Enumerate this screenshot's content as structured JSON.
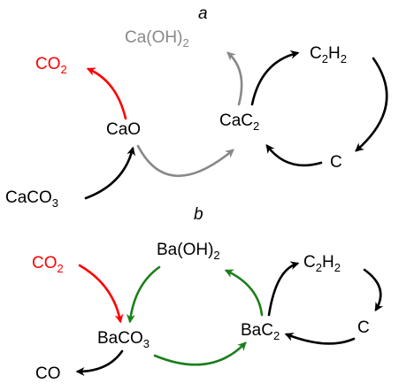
{
  "colors": {
    "black": "#000000",
    "red": "#ff0000",
    "gray": "#888888",
    "green": "#1a7f1a"
  },
  "panel_a": {
    "letter": "a",
    "species": {
      "co2": {
        "base": "CO",
        "sub": "2",
        "color": "#ff0000"
      },
      "caoh2": {
        "base": "Ca(OH)",
        "sub": "2",
        "color": "#888888"
      },
      "c2h2": {
        "base": "C",
        "sub": "2",
        "base2": "H",
        "sub2": "2",
        "color": "#000000"
      },
      "cao": {
        "base": "CaO",
        "color": "#000000"
      },
      "cac2": {
        "base": "CaC",
        "sub": "2",
        "color": "#000000"
      },
      "c": {
        "base": "C",
        "color": "#000000"
      },
      "caco3": {
        "base": "CaCO",
        "sub": "3",
        "color": "#000000"
      }
    }
  },
  "panel_b": {
    "letter": "b",
    "species": {
      "co2": {
        "base": "CO",
        "sub": "2",
        "color": "#ff0000"
      },
      "baoh2": {
        "base": "Ba(OH)",
        "sub": "2",
        "color": "#000000"
      },
      "c2h2": {
        "base": "C",
        "sub": "2",
        "base2": "H",
        "sub2": "2",
        "color": "#000000"
      },
      "baco3": {
        "base": "BaCO",
        "sub": "3",
        "color": "#000000"
      },
      "bac2": {
        "base": "BaC",
        "sub": "2",
        "color": "#000000"
      },
      "c": {
        "base": "C",
        "color": "#000000"
      },
      "co": {
        "base": "CO",
        "color": "#000000"
      }
    }
  }
}
